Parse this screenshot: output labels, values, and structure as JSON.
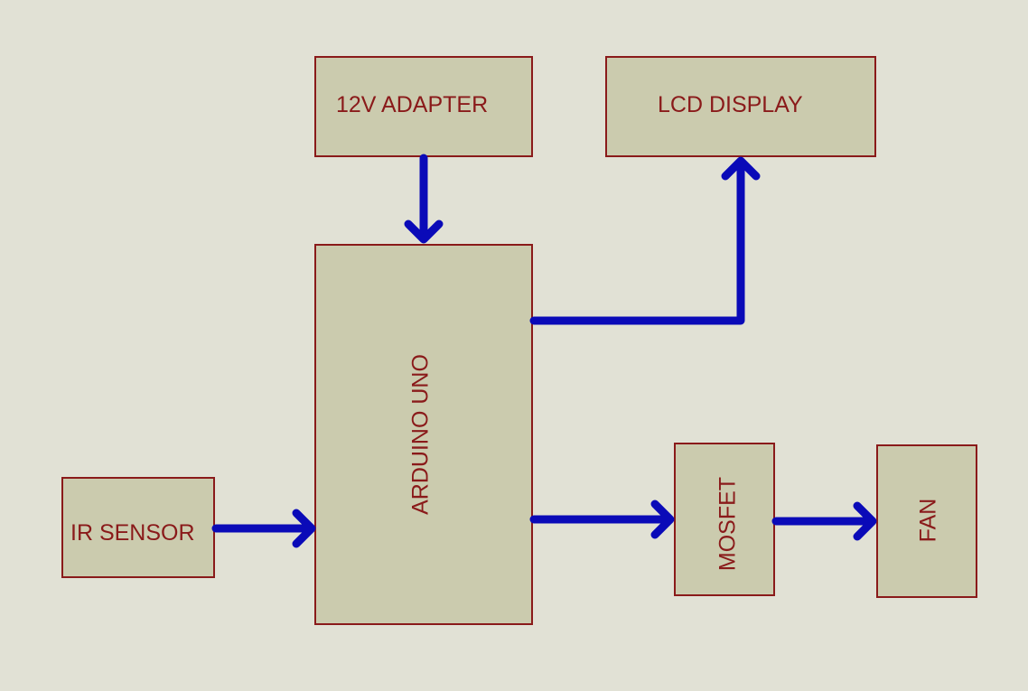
{
  "diagram": {
    "blocks": {
      "adapter": {
        "label": "12V ADAPTER"
      },
      "lcd": {
        "label": "LCD DISPLAY"
      },
      "arduino": {
        "label": "ARDUINO UNO"
      },
      "ir": {
        "label": "IR SENSOR"
      },
      "mosfet": {
        "label": "MOSFET"
      },
      "fan": {
        "label": "FAN"
      }
    },
    "connections": [
      {
        "from": "12V ADAPTER",
        "to": "ARDUINO UNO"
      },
      {
        "from": "ARDUINO UNO",
        "to": "LCD DISPLAY"
      },
      {
        "from": "IR SENSOR",
        "to": "ARDUINO UNO"
      },
      {
        "from": "ARDUINO UNO",
        "to": "MOSFET"
      },
      {
        "from": "MOSFET",
        "to": "FAN"
      }
    ],
    "colors": {
      "background": "#e1e1d5",
      "block_fill": "#cbcbae",
      "block_border": "#8a1a1a",
      "text": "#8a1a1a",
      "arrow": "#0a0ab8"
    }
  }
}
